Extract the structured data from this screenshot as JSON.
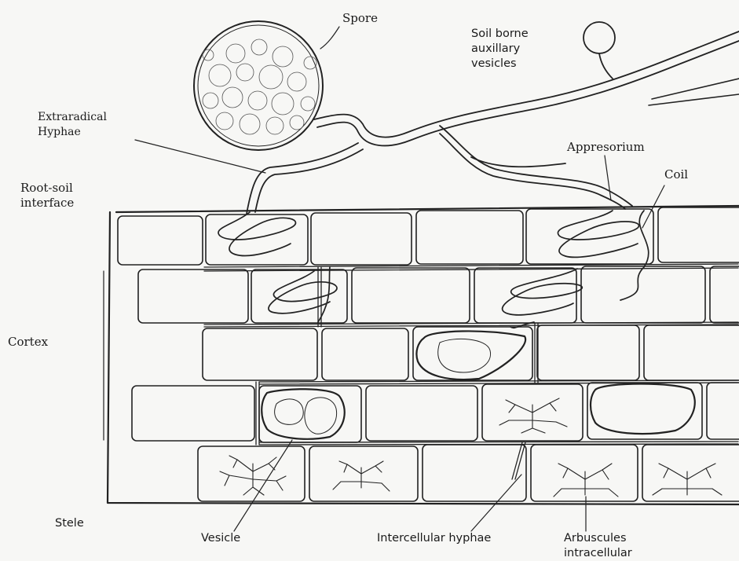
{
  "labels": {
    "spore": "Spore",
    "soil_borne_vesicles": "Soil borne\nauxillary\nvesicles",
    "extraradical_hyphae": "Extraradical\nHyphae",
    "appresorium": "Appresorium",
    "coil": "Coil",
    "root_soil_interface": "Root-soil\ninterface",
    "cortex": "Cortex",
    "stele": "Stele",
    "vesicle": "Vesicle",
    "intercellular_hyphae": "Intercellular hyphae",
    "arbuscules": "Arbuscules\nintracellular"
  }
}
